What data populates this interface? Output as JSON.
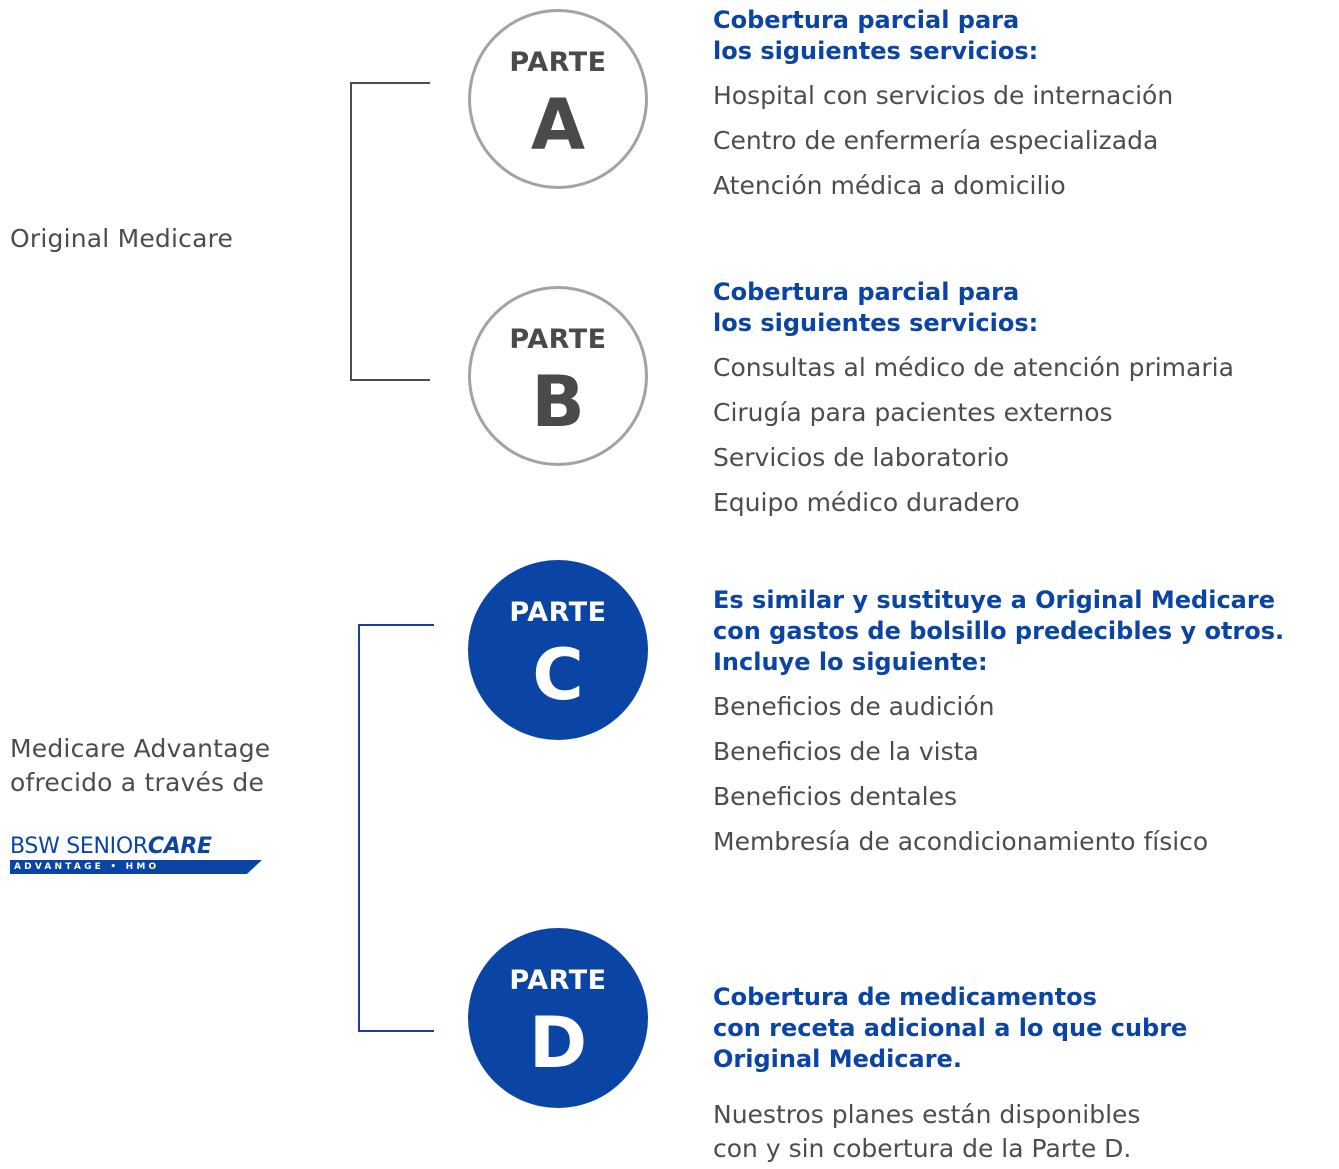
{
  "groups": {
    "original": {
      "label": "Original Medicare"
    },
    "advantage": {
      "label_line1": "Medicare Advantage",
      "label_line2": "ofrecido a través de"
    }
  },
  "logo": {
    "brand_regular": "BSW SENIOR",
    "brand_bold": "CARE",
    "tagline": "ADVANTAGE • HMO",
    "color": "#0a45a6"
  },
  "parts": [
    {
      "word": "PARTE",
      "letter": "A",
      "style": "outline",
      "heading": [
        "Cobertura parcial para",
        "los siguientes servicios:"
      ],
      "items": [
        "Hospital con servicios de internación",
        "Centro de enfermería especializada",
        "Atención médica a domicilio"
      ]
    },
    {
      "word": "PARTE",
      "letter": "B",
      "style": "outline",
      "heading": [
        "Cobertura parcial para",
        "los siguientes servicios:"
      ],
      "items": [
        "Consultas al médico de atención primaria",
        "Cirugía para pacientes externos",
        "Servicios de laboratorio",
        "Equipo médico duradero"
      ]
    },
    {
      "word": "PARTE",
      "letter": "C",
      "style": "filled",
      "heading": [
        "Es similar y sustituye a Original Medicare",
        "con gastos de bolsillo predecibles y otros.",
        "Incluye lo siguiente:"
      ],
      "items": [
        "Beneficios de audición",
        "Beneficios de la vista",
        "Beneficios dentales",
        "Membresía de acondicionamiento físico"
      ]
    },
    {
      "word": "PARTE",
      "letter": "D",
      "style": "filled",
      "heading": [
        "Cobertura de medicamentos",
        "con receta adicional a lo que cubre",
        "Original Medicare."
      ],
      "note": [
        "Nuestros planes están disponibles",
        "con y sin cobertura de la Parte D."
      ]
    }
  ],
  "colors": {
    "brand_blue": "#0a45a6",
    "circle_outline": "#a3a3a3",
    "text_gray": "#4d4d4d"
  }
}
